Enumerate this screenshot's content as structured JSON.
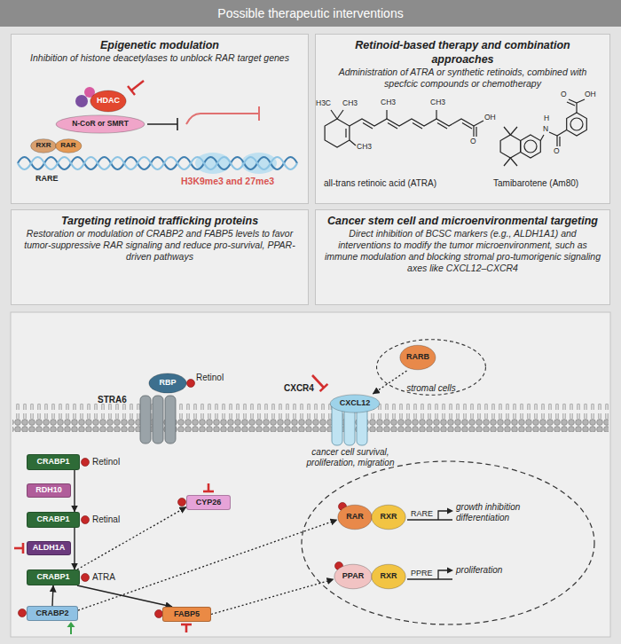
{
  "diagram": {
    "title": "Possible therapeutic interventions",
    "nodes": [
      {
        "text": [
          "Epigenetic modulation",
          "Inhibition of histone deacetylases to unblock RAR target genes"
        ]
      },
      {
        "text": [
          "HDAC"
        ],
        "in": 0
      },
      {
        "text": [
          "N-CoR or SMRT"
        ],
        "in": 0
      },
      {
        "text": [
          "RXR"
        ],
        "in": 0
      },
      {
        "text": [
          "RAR"
        ],
        "in": 0
      },
      {
        "text": [
          "Retinoid-based therapy and combination approaches",
          "Administration of ATRA or synthetic retinoids, combined with specfcic compounds or chemotherapy"
        ]
      },
      {
        "text": [
          "Targeting retinoid trafficking proteins",
          "Restoration or modulation of CRABP2 and FABP5 levels to favor tumor-suppressive RAR signaling and reduce pro-survival, PPAR-driven pathways"
        ]
      },
      {
        "text": [
          "Cancer stem cell and microenvironmental targeting",
          "Direct inhibition of BCSC markers (e.g., ALDH1A1) and interventions to modify the tumor microenvironment, such as immune modulation and blocking stromal pro-tumorigenic signaling axes like CXCL12–CXCR4"
        ]
      },
      {
        "text": [
          "RBP"
        ]
      },
      {
        "text": [
          "stromal cells"
        ]
      },
      {
        "text": [
          "RARB"
        ],
        "in": 9
      },
      {
        "text": [
          "CXCL12"
        ]
      },
      {
        "text": [
          "CRABP1"
        ]
      },
      {
        "text": [
          "RDH10"
        ]
      },
      {
        "text": [
          "CRABP1"
        ]
      },
      {
        "text": [
          "CYP26"
        ]
      },
      {
        "text": [
          "ALDH1A"
        ]
      },
      {
        "text": [
          "CRABP1"
        ]
      },
      {
        "text": [
          "RAR"
        ]
      },
      {
        "text": [
          "RXR"
        ]
      },
      {
        "text": [
          "CRABP2"
        ]
      },
      {
        "text": [
          "PPAR"
        ]
      },
      {
        "text": [
          "RXR"
        ]
      },
      {
        "text": [
          "FABP5"
        ]
      }
    ],
    "edges": [
      {
        "from": 12,
        "to": 14,
        "arrow": "to"
      },
      {
        "from": 14,
        "to": 17,
        "arrow": "to"
      },
      {
        "from": 17,
        "to": 15,
        "arrow": "to"
      },
      {
        "from": 20,
        "to": 18,
        "arrow": "to"
      },
      {
        "from": 20,
        "to": 17,
        "arrow": "to"
      },
      {
        "from": 17,
        "to": 23,
        "arrow": "to"
      },
      {
        "from": 23,
        "to": 21,
        "arrow": "to"
      },
      {
        "from": 10,
        "to": 11,
        "arrow": "to"
      }
    ],
    "labels": [
      "RARE",
      "H3K9me3 and 27me3",
      "H3C",
      "CH3",
      "CH3",
      "CH3",
      "CH3",
      "OH",
      "O",
      "OH",
      "O",
      "O",
      "N",
      "H",
      "all-trans retinoic acid (ATRA)",
      "Tamibarotene (Am80)",
      "STRA6",
      "Retinol",
      "CXCR4",
      "cancer cell survival, proliferation, migration",
      "Retinol",
      "Retinal",
      "ATRA",
      "RARE",
      "growth inhibition differentiation",
      "PPRE",
      "proliferation"
    ]
  }
}
